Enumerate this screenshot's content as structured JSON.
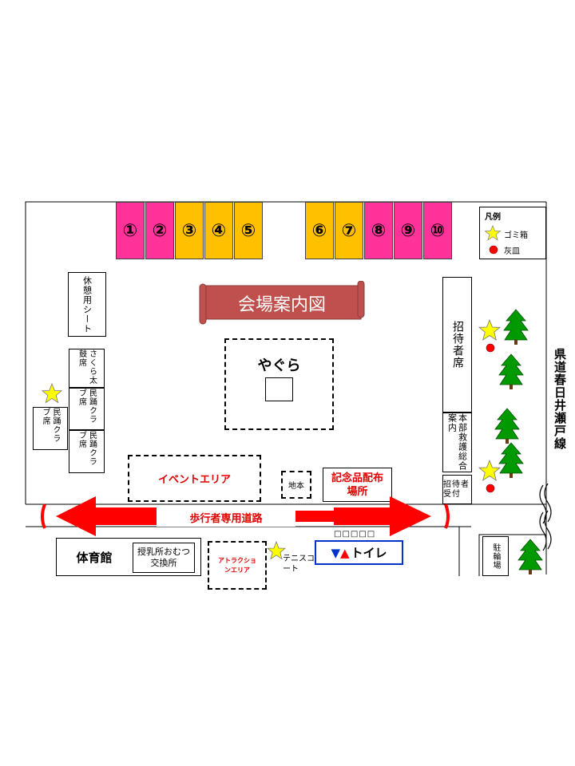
{
  "title": "会場案内図",
  "booths": [
    {
      "label": "①",
      "color": "#ff3399"
    },
    {
      "label": "②",
      "color": "#ff3399"
    },
    {
      "label": "③",
      "color": "#ffc000"
    },
    {
      "label": "④",
      "color": "#ffc000"
    },
    {
      "label": "⑤",
      "color": "#ffc000"
    },
    {
      "label": "⑥",
      "color": "#ffc000"
    },
    {
      "label": "⑦",
      "color": "#ffc000"
    },
    {
      "label": "⑧",
      "color": "#ff3399"
    },
    {
      "label": "⑨",
      "color": "#ff3399"
    },
    {
      "label": "⑩",
      "color": "#ff3399"
    }
  ],
  "legend": {
    "title": "凡例",
    "trash": "ゴミ箱",
    "ashtray": "灰皿"
  },
  "areas": {
    "rest_sheet": "休憩用シート",
    "sakura": "さくら太鼓席",
    "minyo_club_1": "民踊クラブ席",
    "minyo_club_2": "民踊クラブ席",
    "minyo_club_3": "民踊クラブ席",
    "yagura": "やぐら",
    "guest_seats": "招待者席",
    "hq": "本部救護総合案内",
    "guest_reception": "招待者受付",
    "event_area": "イベントエリア",
    "jimoto": "地本",
    "souvenir": "記念品配布場所",
    "walkway": "歩行者専用道路",
    "gym": "体育館",
    "nursing": "授乳所おむつ交換所",
    "attraction": "アトラクションエリア",
    "tennis": "テニスコート",
    "toilet_label": "トイレ",
    "toilet_marks": "▼▲",
    "toilet_squares": "□□□□□",
    "parking": "駐輪場",
    "road": "県道春日井瀬戸線"
  },
  "colors": {
    "pink": "#ff3399",
    "gold": "#ffc000",
    "red": "#ff0000",
    "title_bg": "#c0504d",
    "tree": "#008000",
    "star": "#ffff00",
    "toilet_border": "#0033cc"
  }
}
